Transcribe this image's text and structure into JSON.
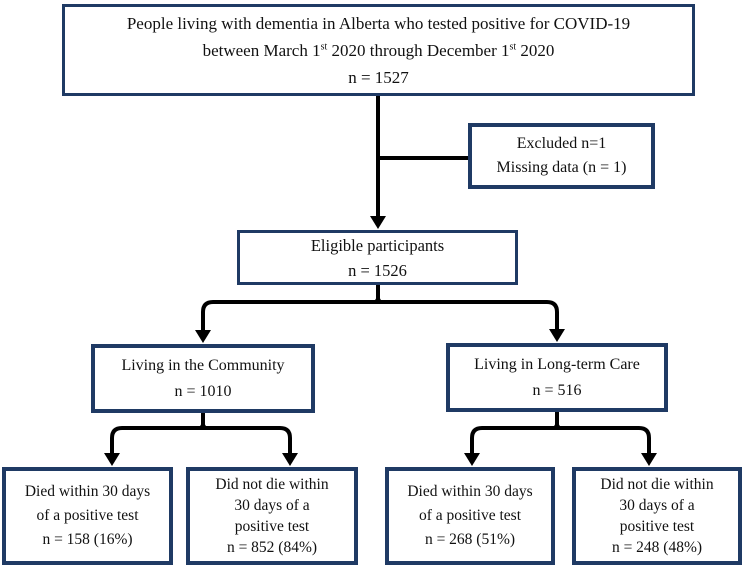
{
  "diagram": {
    "type": "flowchart",
    "colors": {
      "box_border": "#1f3a64",
      "connector": "#000000",
      "background": "#ffffff",
      "text": "#111111"
    },
    "boxes": {
      "top": {
        "line1": "People living with dementia in Alberta who tested positive for COVID-19",
        "line2_part1": "between March 1",
        "line2_sup1": "st",
        "line2_part2": " 2020 through December 1",
        "line2_sup2": "st",
        "line2_part3": " 2020",
        "line3": "n = 1527"
      },
      "excluded": {
        "line1": "Excluded n=1",
        "line2": "Missing data (n = 1)"
      },
      "eligible": {
        "line1": "Eligible participants",
        "line2": "n = 1526"
      },
      "community": {
        "line1": "Living in the Community",
        "line2": "n = 1010"
      },
      "long_term_care": {
        "line1": "Living in Long-term Care",
        "line2": "n = 516"
      },
      "community_died": {
        "lines": [
          "Died within 30 days",
          "of a positive test",
          "n = 158 (16%)"
        ]
      },
      "community_not_died": {
        "lines": [
          "Did not die within",
          "30 days of a",
          "positive test",
          "n = 852 (84%)"
        ]
      },
      "ltc_died": {
        "lines": [
          "Died within 30 days",
          "of a positive test",
          "n = 268 (51%)"
        ]
      },
      "ltc_not_died": {
        "lines": [
          "Did not die within",
          "30 days of a",
          "positive test",
          "n = 248 (48%)"
        ]
      }
    },
    "edges": [
      "top -> eligible",
      "top -> excluded",
      "eligible -> community",
      "eligible -> long_term_care",
      "community -> community_died",
      "community -> community_not_died",
      "long_term_care -> ltc_died",
      "long_term_care -> ltc_not_died"
    ]
  }
}
